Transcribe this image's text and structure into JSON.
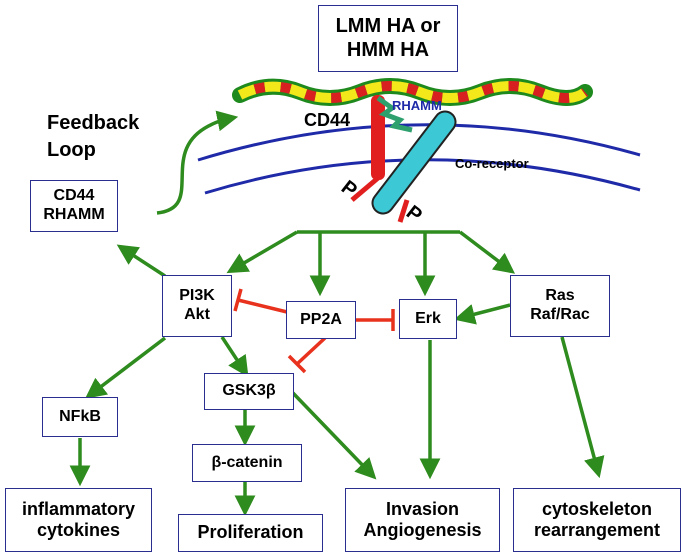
{
  "ligand": {
    "line1": "LMM HA or",
    "line2": "HMM HA"
  },
  "receptors": {
    "cd44": "CD44",
    "rhamm": "RHAMM",
    "co_receptor": "Co-receptor",
    "phospho_1": "P",
    "phospho_2": "P"
  },
  "feedback": {
    "line1": "Feedback",
    "line2": "Loop"
  },
  "nodes": {
    "cd44_rhamm": {
      "line1": "CD44",
      "line2": "RHAMM"
    },
    "pi3k_akt": {
      "line1": "PI3K",
      "line2": "Akt"
    },
    "pp2a": "PP2A",
    "erk": "Erk",
    "ras_raf": {
      "line1": "Ras",
      "line2": "Raf/Rac"
    },
    "gsk3b": "GSK3β",
    "nfkb": "NFkB",
    "beta_catenin": "β-catenin"
  },
  "outcomes": {
    "inflammatory": {
      "line1": "inflammatory",
      "line2": "cytokines"
    },
    "proliferation": "Proliferation",
    "invasion": {
      "line1": "Invasion",
      "line2": "Angiogenesis"
    },
    "cytoskeleton": {
      "line1": "cytoskeleton",
      "line2": "rearrangement"
    }
  },
  "colors": {
    "activation": "#2e8b1e",
    "inhibition": "#e8321e",
    "membrane": "#1f2aa8",
    "box_border": "#2a2f8f",
    "co_receptor": "#3cc8d4",
    "rhamm_text": "#1f2aa8"
  }
}
